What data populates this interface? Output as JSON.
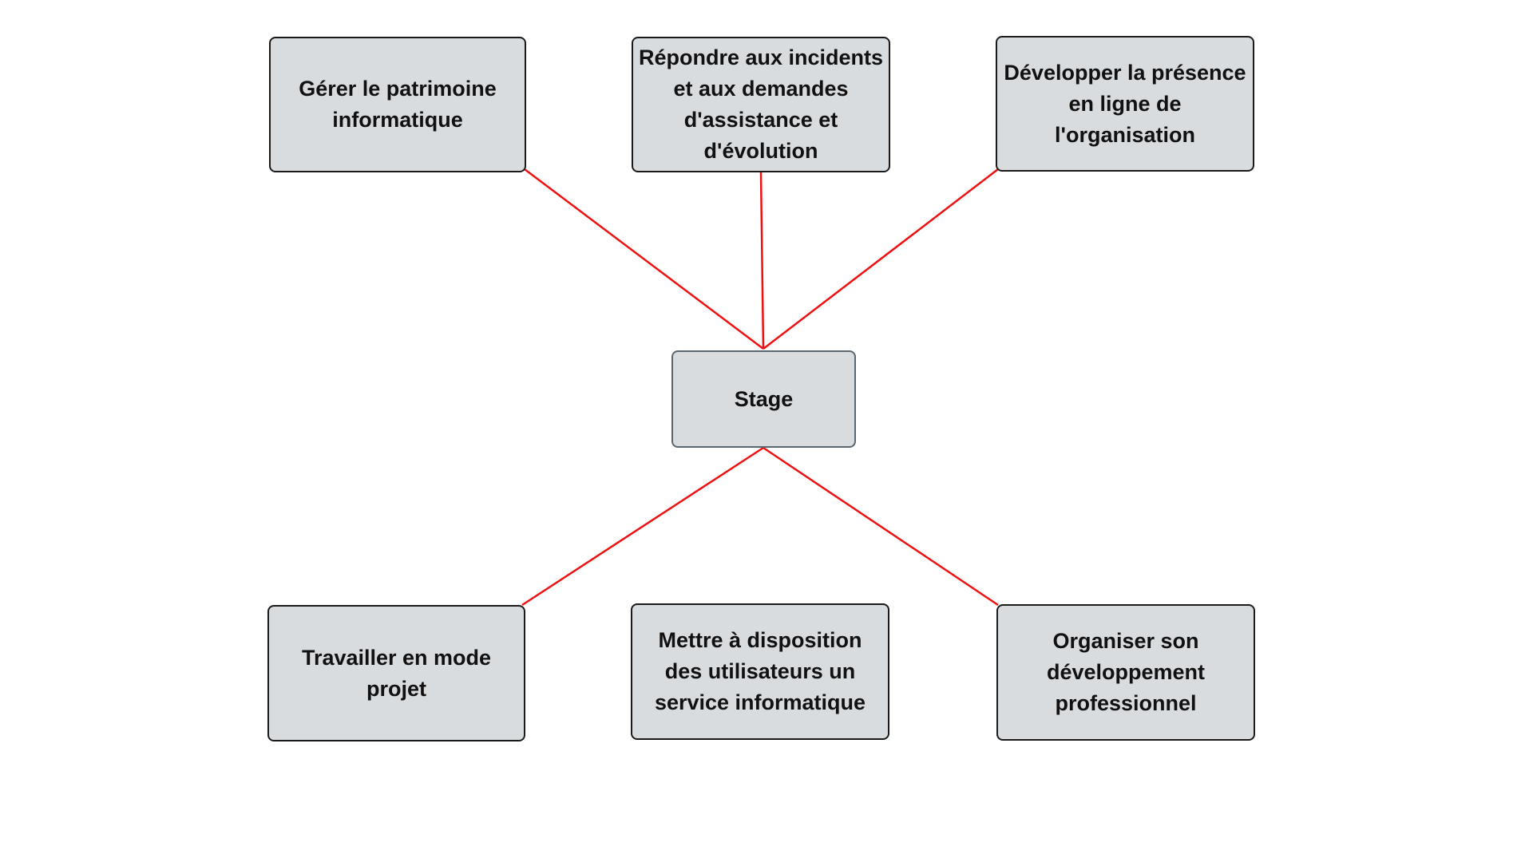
{
  "diagram": {
    "center": {
      "label": "Stage"
    },
    "nodes": [
      {
        "id": "top-left",
        "label": "Gérer le patrimoine\ninformatique"
      },
      {
        "id": "top-mid",
        "label": "Répondre aux incidents\net aux demandes\nd'assistance et\nd'évolution"
      },
      {
        "id": "top-right",
        "label": "Développer la présence\nen ligne de\nl'organisation"
      },
      {
        "id": "bot-left",
        "label": "Travailler en mode\nprojet"
      },
      {
        "id": "bot-mid",
        "label": "Mettre à disposition\ndes utilisateurs un\nservice informatique"
      },
      {
        "id": "bot-right",
        "label": "Organiser son\ndéveloppement\nprofessionnel"
      }
    ],
    "colors": {
      "connector": "#ee1111",
      "node_fill": "#d9dcdf",
      "node_border": "#1a1a1a",
      "center_border": "#5a6670",
      "text": "#111111"
    }
  }
}
